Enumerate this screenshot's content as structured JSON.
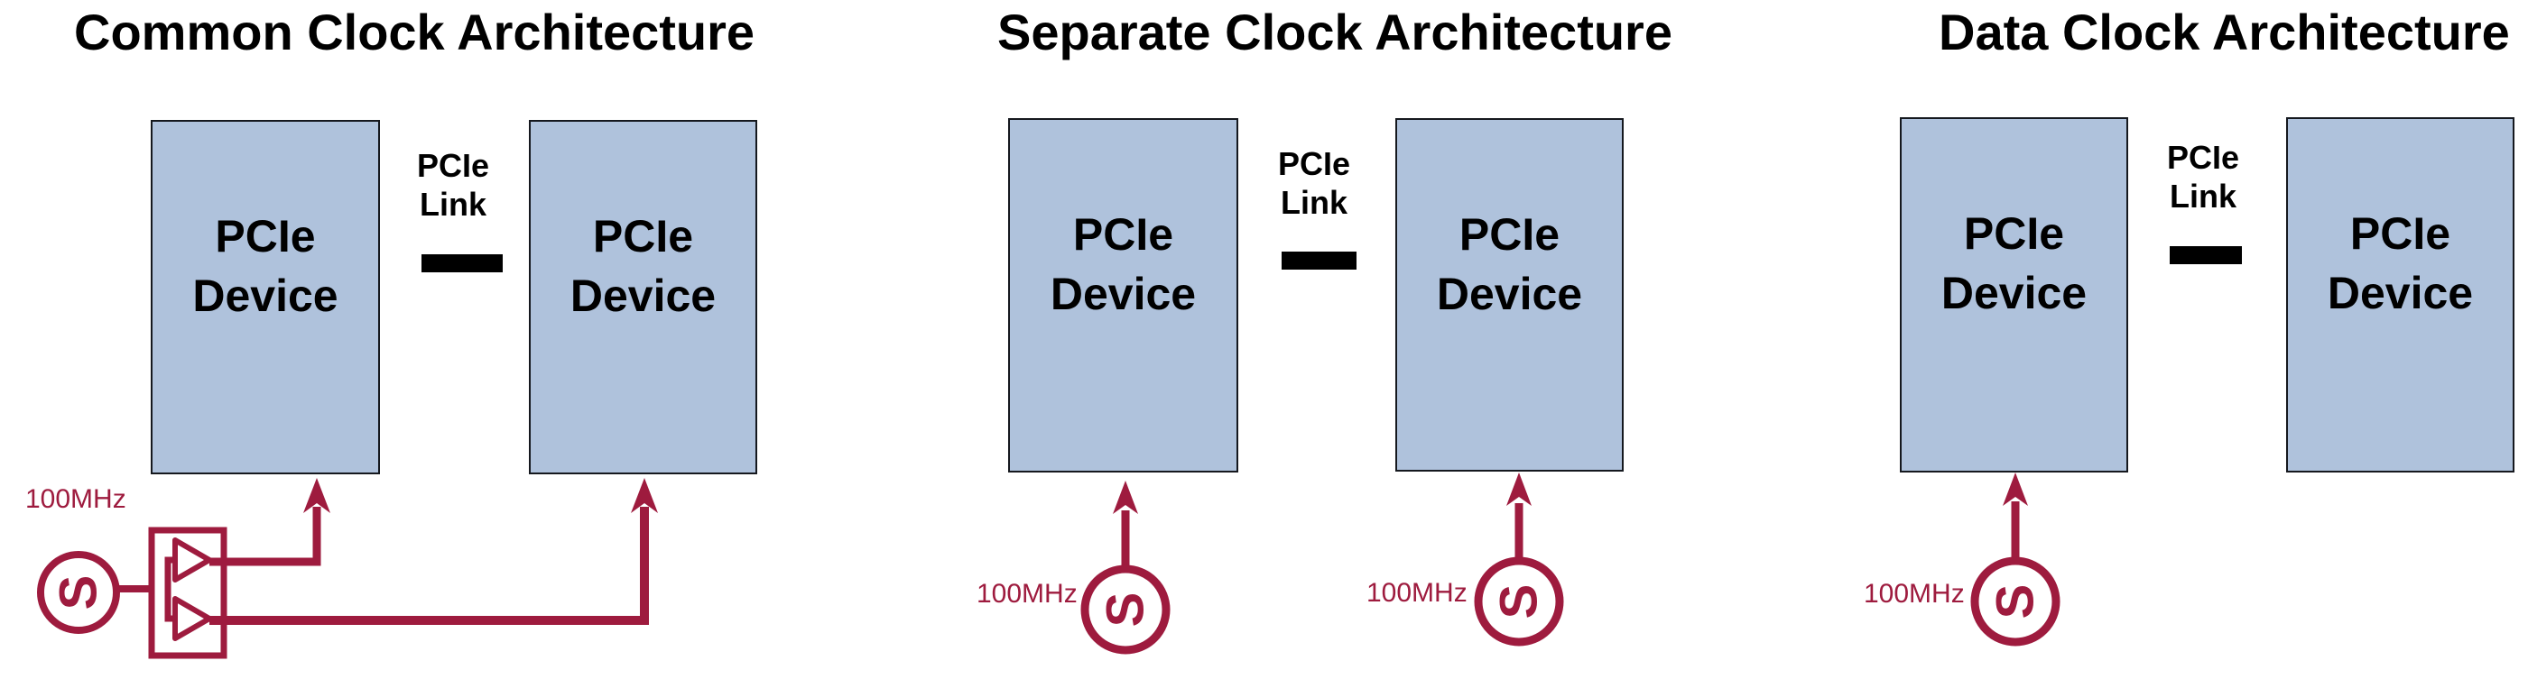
{
  "colors": {
    "background": "#ffffff",
    "device_box_fill": "#afc2dc",
    "device_box_border": "#15181e",
    "text": "#000000",
    "link_bar": "#000000",
    "clock_accent": "#9e1b3e"
  },
  "icons": {
    "clock_source": "sine-wave-source-icon",
    "sine_glyph": "S",
    "clock_buffer": "dual-triangle-buffer-icon"
  },
  "diagrams": [
    {
      "title": "Common Clock Architecture",
      "left_device": {
        "line1": "PCIe",
        "line2": "Device"
      },
      "right_device": {
        "line1": "PCIe",
        "line2": "Device"
      },
      "link_label": {
        "line1": "PCIe",
        "line2": "Link"
      },
      "clock": {
        "freq": "100MHz"
      }
    },
    {
      "title": "Separate Clock Architecture",
      "left_device": {
        "line1": "PCIe",
        "line2": "Device"
      },
      "right_device": {
        "line1": "PCIe",
        "line2": "Device"
      },
      "link_label": {
        "line1": "PCIe",
        "line2": "Link"
      },
      "left_clock": {
        "freq": "100MHz"
      },
      "right_clock": {
        "freq": "100MHz"
      }
    },
    {
      "title": "Data Clock Architecture",
      "left_device": {
        "line1": "PCIe",
        "line2": "Device"
      },
      "right_device": {
        "line1": "PCIe",
        "line2": "Device"
      },
      "link_label": {
        "line1": "PCIe",
        "line2": "Link"
      },
      "clock": {
        "freq": "100MHz"
      }
    }
  ]
}
